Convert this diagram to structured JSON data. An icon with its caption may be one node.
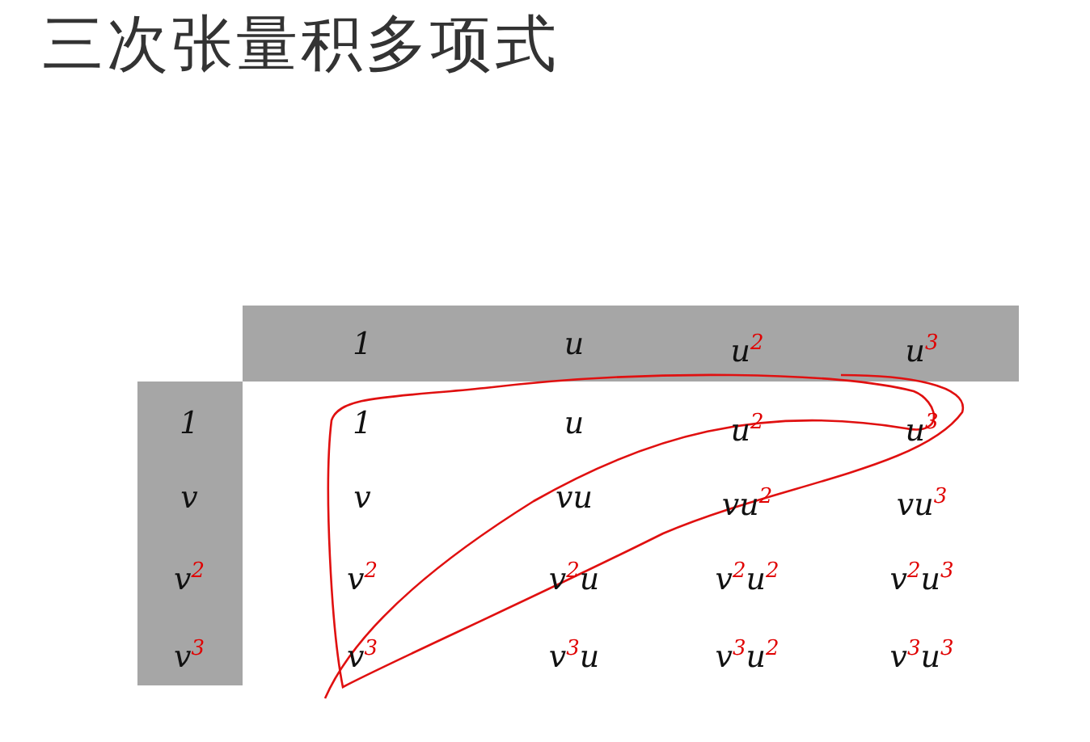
{
  "diagram": {
    "title": "三次张量积多项式",
    "labels": [
      "1",
      "u",
      "u$^{2}$",
      "u$^{3}$",
      "1",
      "1",
      "u",
      "u$^{2}$",
      "u$^{3}$",
      "v",
      "v",
      "vu",
      "vu$^{2}$",
      "vu$^{3}$",
      "v$^{2}$",
      "v$^{2}$",
      "v$^{2}$u",
      "v$^{2}$u$^{2}$",
      "v$^{2}$u$^{3}$",
      "v$^{3}$",
      "v$^{3}$",
      "v$^{3}$u",
      "v$^{3}$u$^{2}$",
      "v$^{3}$u$^{3}$"
    ]
  }
}
